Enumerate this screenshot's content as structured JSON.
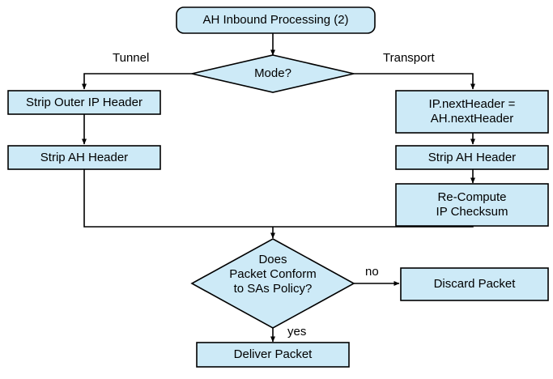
{
  "diagram": {
    "title": "AH Inbound Processing (2)",
    "colors": {
      "node_fill": "#cdeaf7",
      "node_stroke": "#000000",
      "text": "#000000",
      "background": "#ffffff",
      "edge": "#000000"
    },
    "nodes": {
      "start": {
        "label": "AH Inbound Processing (2)",
        "shape": "rounded-rectangle"
      },
      "mode_decision": {
        "label": "Mode?",
        "shape": "diamond"
      },
      "strip_outer_ip": {
        "label": "Strip Outer IP Header",
        "shape": "rectangle"
      },
      "strip_ah_tunnel": {
        "label": "Strip AH Header",
        "shape": "rectangle"
      },
      "next_header": {
        "label": "IP.nextHeader =\nAH.nextHeader",
        "shape": "rectangle"
      },
      "strip_ah_transport": {
        "label": "Strip AH Header",
        "shape": "rectangle"
      },
      "recompute_checksum": {
        "label": "Re-Compute\nIP Checksum",
        "shape": "rectangle"
      },
      "policy_decision": {
        "label": "Does\nPacket Conform\nto SAs Policy?",
        "shape": "diamond"
      },
      "discard": {
        "label": "Discard Packet",
        "shape": "rectangle"
      },
      "deliver": {
        "label": "Deliver Packet",
        "shape": "rectangle"
      }
    },
    "edge_labels": {
      "tunnel": "Tunnel",
      "transport": "Transport",
      "no": "no",
      "yes": "yes"
    }
  }
}
